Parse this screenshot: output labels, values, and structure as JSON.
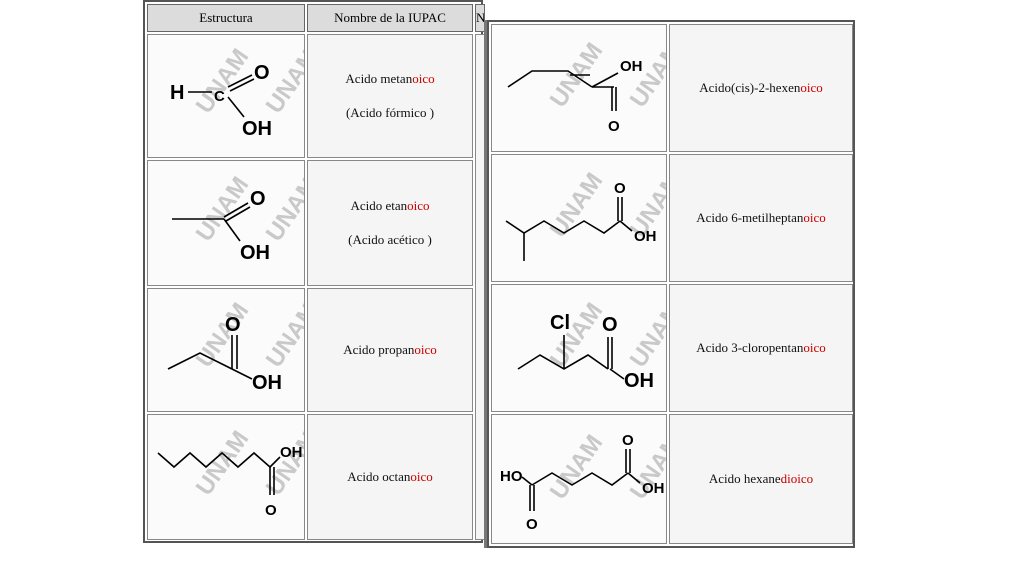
{
  "header": {
    "col_structure": "Estructura",
    "col_name": "Nombre de la IUPAC",
    "col_cut": "N"
  },
  "watermark": "UNAM",
  "left_rows": [
    {
      "stem": "Acido metan",
      "suffix": "oico",
      "alt": "(Acido fórmico )"
    },
    {
      "stem": "Acido etan",
      "suffix": "oico",
      "alt": "(Acido acético )"
    },
    {
      "stem": "Acido propan",
      "suffix": "oico",
      "alt": ""
    },
    {
      "stem": "Acido octan",
      "suffix": "oico",
      "alt": ""
    }
  ],
  "right_rows": [
    {
      "stem": "Acido(cis)-2-hexen",
      "suffix": "oico"
    },
    {
      "stem": "Acido 6-metilheptan",
      "suffix": "oico"
    },
    {
      "stem": "Acido 3-cloropentan",
      "suffix": "oico"
    },
    {
      "stem": "Acido hexane",
      "suffix": "dioico"
    }
  ],
  "atoms": {
    "h": "H",
    "o": "O",
    "oh": "OH",
    "ho": "HO",
    "cl": "Cl"
  },
  "colors": {
    "suffix": "#cc0000",
    "watermark": "#c9c9c9"
  }
}
